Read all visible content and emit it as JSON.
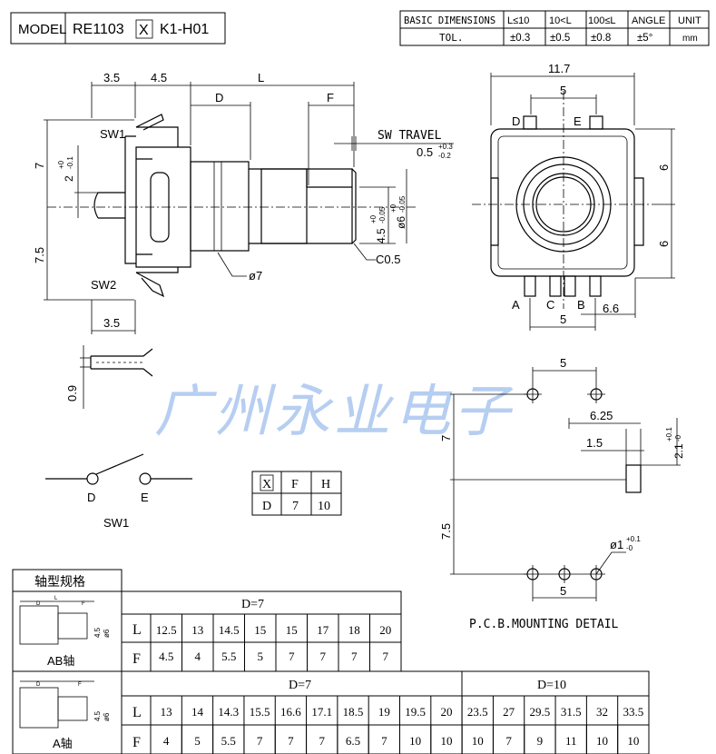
{
  "header": {
    "model_label": "MODEL",
    "model_prefix": "RE1103",
    "model_box": "X",
    "model_suffix": "K1-H01",
    "basic_dimensions": "BASIC DIMENSIONS",
    "col1": "L≤10",
    "col2": "10<L",
    "col3": "100≤L",
    "col4": "ANGLE",
    "col5": "UNIT",
    "tol_label": "TOL.",
    "tol1": "±0.3",
    "tol2": "±0.5",
    "tol3": "±0.8",
    "tol4": "±5°",
    "unit": "mm"
  },
  "side_view": {
    "dim_35_top": "3.5",
    "dim_45": "4.5",
    "dim_L": "L",
    "dim_D": "D",
    "dim_F": "F",
    "sw1": "SW1",
    "sw2": "SW2",
    "sw_travel": "SW TRAVEL",
    "sw_travel_val": "0.5",
    "sw_travel_tol_up": "+0.3",
    "sw_travel_tol_dn": "-0.2",
    "dim_7": "7",
    "dim_2": "2",
    "dim_2_tol_up": "+0",
    "dim_2_tol_dn": "-0.1",
    "dim_75": "7.5",
    "dim_45_shaft": "4.5",
    "dim_45_tol_up": "+0",
    "dim_45_tol_dn": "-0.05",
    "dim_phi6": "ø6",
    "dim_phi6_tol_up": "+0",
    "dim_phi6_tol_dn": "-0.05",
    "c05": "C0.5",
    "phi7": "ø7",
    "dim_35_bottom": "3.5",
    "dim_09": "0.9"
  },
  "front_view": {
    "dim_117": "11.7",
    "dim_5_top": "5",
    "label_D": "D",
    "label_E": "E",
    "dim_6_top": "6",
    "dim_6_bottom": "6",
    "label_A": "A",
    "label_C": "C",
    "label_B": "B",
    "dim_66": "6.6",
    "dim_5_bottom": "5"
  },
  "watermark": "广州永业电子",
  "switch": {
    "label_D": "D",
    "label_E": "E",
    "name": "SW1"
  },
  "small_table": {
    "headers": [
      "X",
      "F",
      "H"
    ],
    "row": [
      "D",
      "7",
      "10"
    ]
  },
  "pcb": {
    "dim_5_top": "5",
    "dim_625": "6.25",
    "dim_7": "7",
    "dim_15": "1.5",
    "dim_21": "2.1",
    "dim_21_tol_up": "+0.1",
    "dim_21_tol_dn": "-0",
    "dim_75": "7.5",
    "dim_phi1": "ø1",
    "dim_phi1_tol_up": "+0.1",
    "dim_phi1_tol_dn": "-0",
    "dim_5_bottom": "5",
    "title": "P.C.B.MOUNTING DETAIL"
  },
  "shaft_table": {
    "title": "轴型规格",
    "ab": {
      "label": "AB轴",
      "header": "D=7",
      "L_label": "L",
      "F_label": "F",
      "L": [
        "12.5",
        "13",
        "14.5",
        "15",
        "15",
        "17",
        "18",
        "20"
      ],
      "F": [
        "4.5",
        "4",
        "5.5",
        "5",
        "7",
        "7",
        "7",
        "7"
      ]
    },
    "a": {
      "label": "A轴",
      "header1": "D=7",
      "header2": "D=10",
      "L_label": "L",
      "F_label": "F",
      "L": [
        "13",
        "14",
        "14.3",
        "15.5",
        "16.6",
        "17.1",
        "18.5",
        "19",
        "19.5",
        "20",
        "23.5",
        "27",
        "29.5",
        "31.5",
        "32",
        "33.5"
      ],
      "F": [
        "4",
        "5",
        "5.5",
        "7",
        "7",
        "7",
        "6.5",
        "7",
        "10",
        "10",
        "10",
        "7",
        "9",
        "11",
        "10",
        "10"
      ]
    },
    "mini_labels": {
      "L": "L",
      "D": "D",
      "F": "F",
      "h": "4.5",
      "phi": "ø6"
    }
  }
}
